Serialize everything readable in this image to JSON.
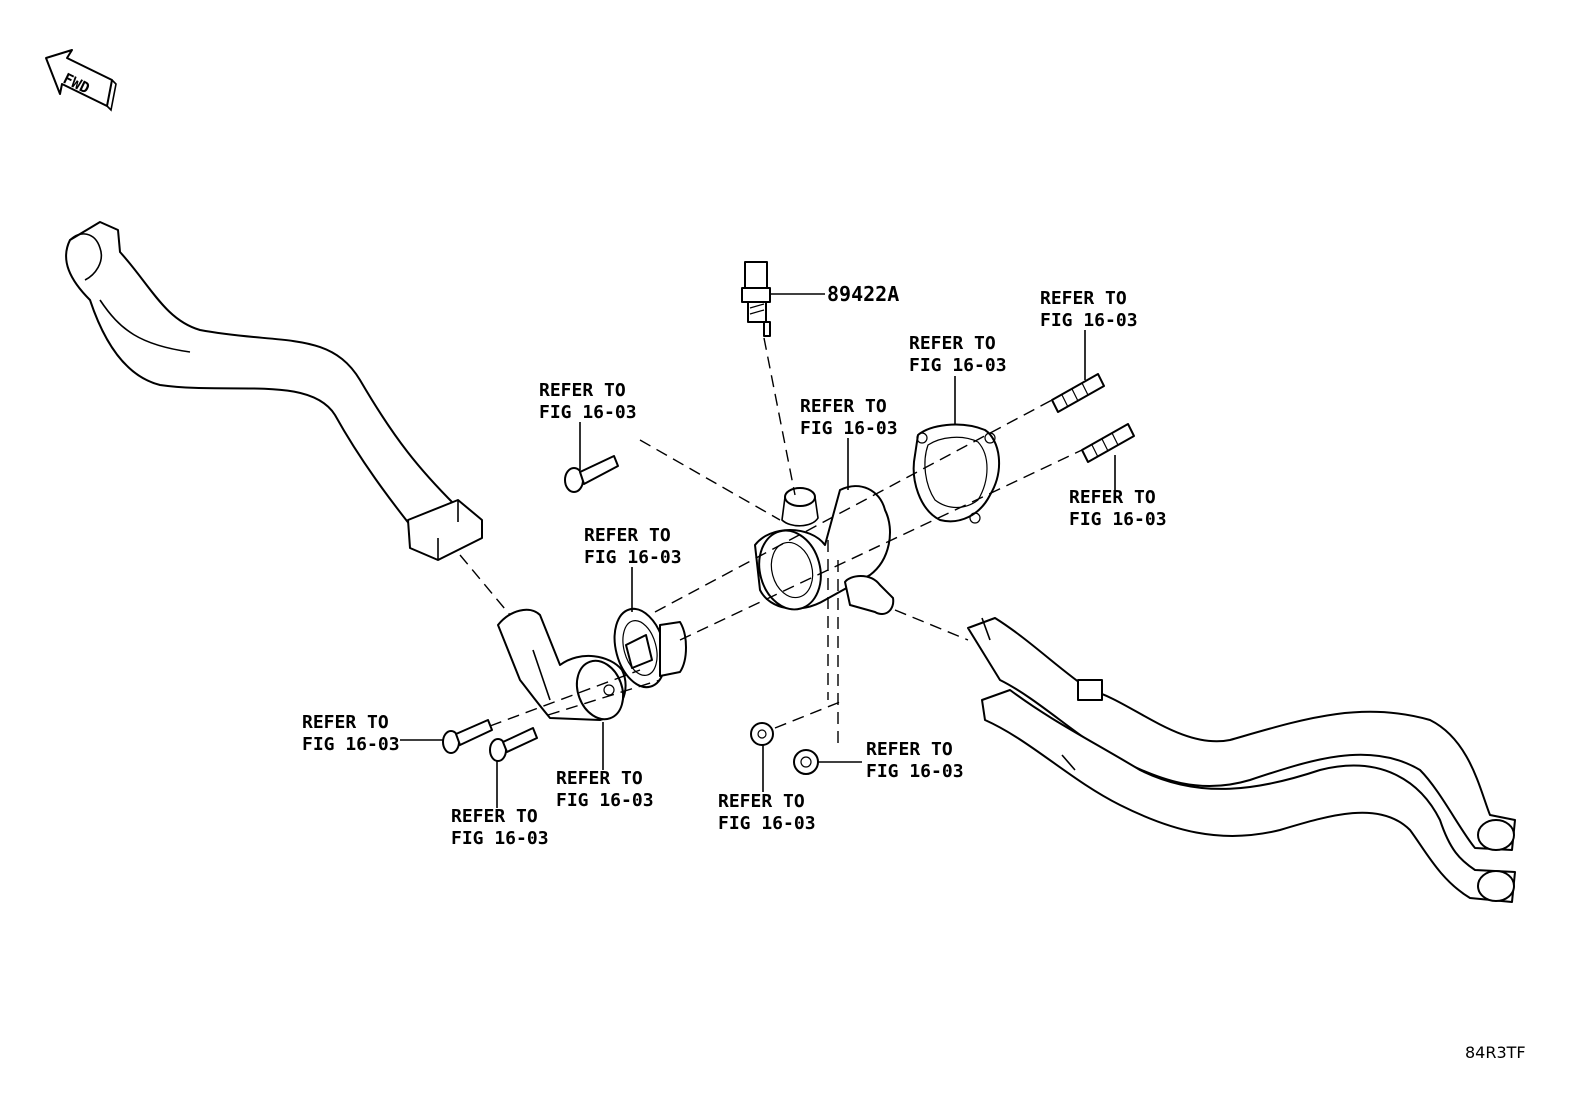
{
  "fwd_label": "FWD",
  "image_code": "84R3TF",
  "part_number": "89422A",
  "refer_labels": [
    {
      "line1": "REFER TO",
      "line2": "FIG 16-03"
    },
    {
      "line1": "REFER TO",
      "line2": "FIG 16-03"
    },
    {
      "line1": "REFER TO",
      "line2": "FIG 16-03"
    },
    {
      "line1": "REFER TO",
      "line2": "FIG 16-03"
    },
    {
      "line1": "REFER TO",
      "line2": "FIG 16-03"
    },
    {
      "line1": "REFER TO",
      "line2": "FIG 16-03"
    },
    {
      "line1": "REFER TO",
      "line2": "FIG 16-03"
    },
    {
      "line1": "REFER TO",
      "line2": "FIG 16-03"
    },
    {
      "line1": "REFER TO",
      "line2": "FIG 16-03"
    },
    {
      "line1": "REFER TO",
      "line2": "FIG 16-03"
    },
    {
      "line1": "REFER TO",
      "line2": "FIG 16-03"
    }
  ]
}
